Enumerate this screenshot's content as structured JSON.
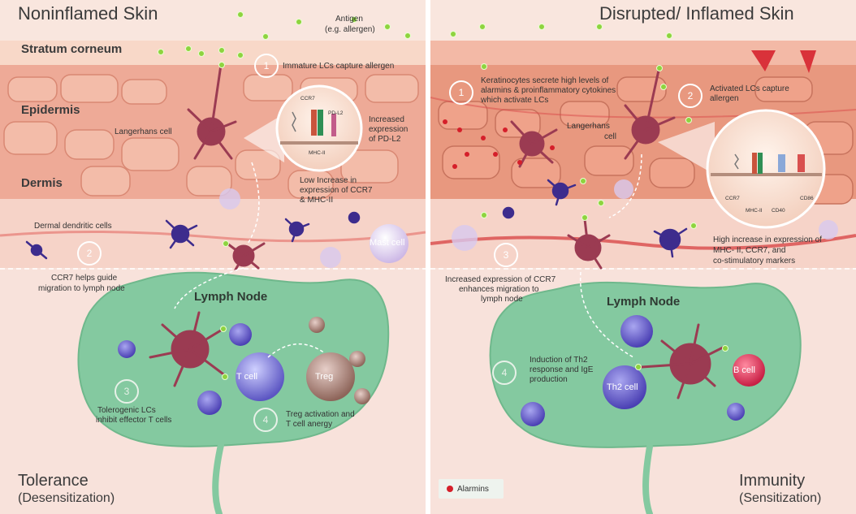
{
  "left": {
    "title": "Noninflamed Skin",
    "layers": {
      "stratum": "Stratum corneum",
      "epidermis": "Epidermis",
      "dermis": "Dermis"
    },
    "antigen": [
      "Antigen",
      "(e.g. allergen)"
    ],
    "steps": [
      {
        "n": "1",
        "text": [
          "Immature LCs capture allergen"
        ]
      },
      {
        "n": "2",
        "text": [
          "CCR7 helps guide",
          "migration to lymph node"
        ]
      },
      {
        "n": "3",
        "text": [
          "Tolerogenic LCs",
          "inhibit effector T cells"
        ]
      },
      {
        "n": "4",
        "text": [
          "Treg activation and",
          "T cell anergy"
        ]
      }
    ],
    "langerhans": "Langerhans cell",
    "dermal_dc": "Dermal  dendritic cells",
    "increased": [
      "Increased",
      "expression",
      "of PD-L2"
    ],
    "low_increase": [
      "Low Increase in",
      "expression of CCR7",
      "& MHC-II"
    ],
    "mast": "Mast cell",
    "lymph_node": "Lymph Node",
    "tcell": "T cell",
    "treg": "Treg",
    "inset": {
      "ccr7": "CCR7",
      "pdl2": "PD-L2",
      "mhc": "MHC-II"
    },
    "outcome": "Tolerance",
    "outcome_sub": "(Desensitization)"
  },
  "right": {
    "title": "Disrupted/ Inflamed Skin",
    "steps": [
      {
        "n": "1",
        "text": [
          "Keratinocytes secrete high levels of",
          "alarmins & proinflammatory cytokines",
          "which activate LCs"
        ]
      },
      {
        "n": "2",
        "text": [
          "Activated LCs capture",
          "allergen"
        ]
      },
      {
        "n": "3",
        "text": [
          "Increased expression of CCR7",
          "enhances migration to",
          "lymph node"
        ]
      },
      {
        "n": "4",
        "text": [
          "Induction of Th2",
          "response and IgE",
          "production"
        ]
      }
    ],
    "langerhans": [
      "Langerhans",
      "cell"
    ],
    "high_increase": [
      "High increase in expression of",
      "MHC- II,  CCR7, and",
      "co-stimulatory markers"
    ],
    "lymph_node": "Lymph Node",
    "th2": "Th2 cell",
    "bcell": "B cell",
    "inset": {
      "ccr7": "CCR7",
      "mhc": "MHC-II",
      "cd40": "CD40",
      "cd86": "CD86"
    },
    "legend": "Alarmins",
    "outcome": "Immunity",
    "outcome_sub": "(Sensitization)"
  },
  "colors": {
    "skin": "#f2b9a6",
    "stratum": "#f7d4c2",
    "lymph": "#84c9a0",
    "lc": "#9b3b52",
    "antigen": "#8ed33f",
    "alarmin": "#d51f2a",
    "tcell": "#6a63c8",
    "bcell": "#d9304f"
  }
}
